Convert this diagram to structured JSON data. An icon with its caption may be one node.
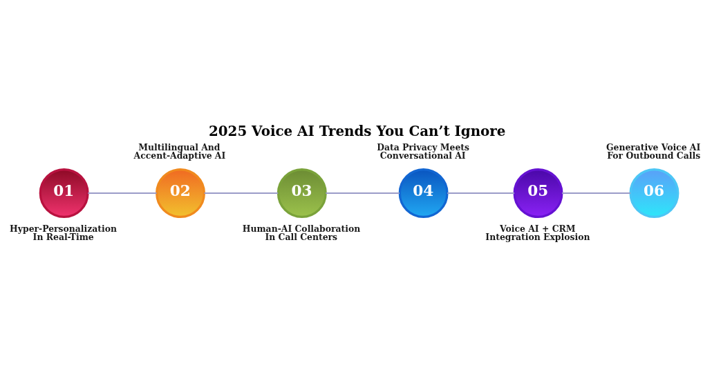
{
  "diagram": {
    "title": "2025 Voice AI Trends You Can’t Ignore",
    "nodes": [
      {
        "text": [
          "01"
        ],
        "beside": [
          "Hyper-Personalization In Real-Time"
        ]
      },
      {
        "text": [
          "02"
        ],
        "beside": [
          "Multilingual And Accent-Adaptive AI"
        ]
      },
      {
        "text": [
          "03"
        ],
        "beside": [
          "Human-AI Collaboration In Call Centers"
        ]
      },
      {
        "text": [
          "04"
        ],
        "beside": [
          "Data Privacy Meets Conversational AI"
        ]
      },
      {
        "text": [
          "05"
        ],
        "beside": [
          "Voice AI + CRM Integration Explosion"
        ]
      },
      {
        "text": [
          "06"
        ],
        "beside": [
          "Generative Voice AI For Outbound Calls"
        ]
      }
    ],
    "edges": [
      {
        "from": 0,
        "to": 1,
        "arrow": "none"
      },
      {
        "from": 1,
        "to": 2,
        "arrow": "none"
      },
      {
        "from": 2,
        "to": 3,
        "arrow": "none"
      },
      {
        "from": 3,
        "to": 4,
        "arrow": "none"
      },
      {
        "from": 4,
        "to": 5,
        "arrow": "none"
      }
    ]
  }
}
